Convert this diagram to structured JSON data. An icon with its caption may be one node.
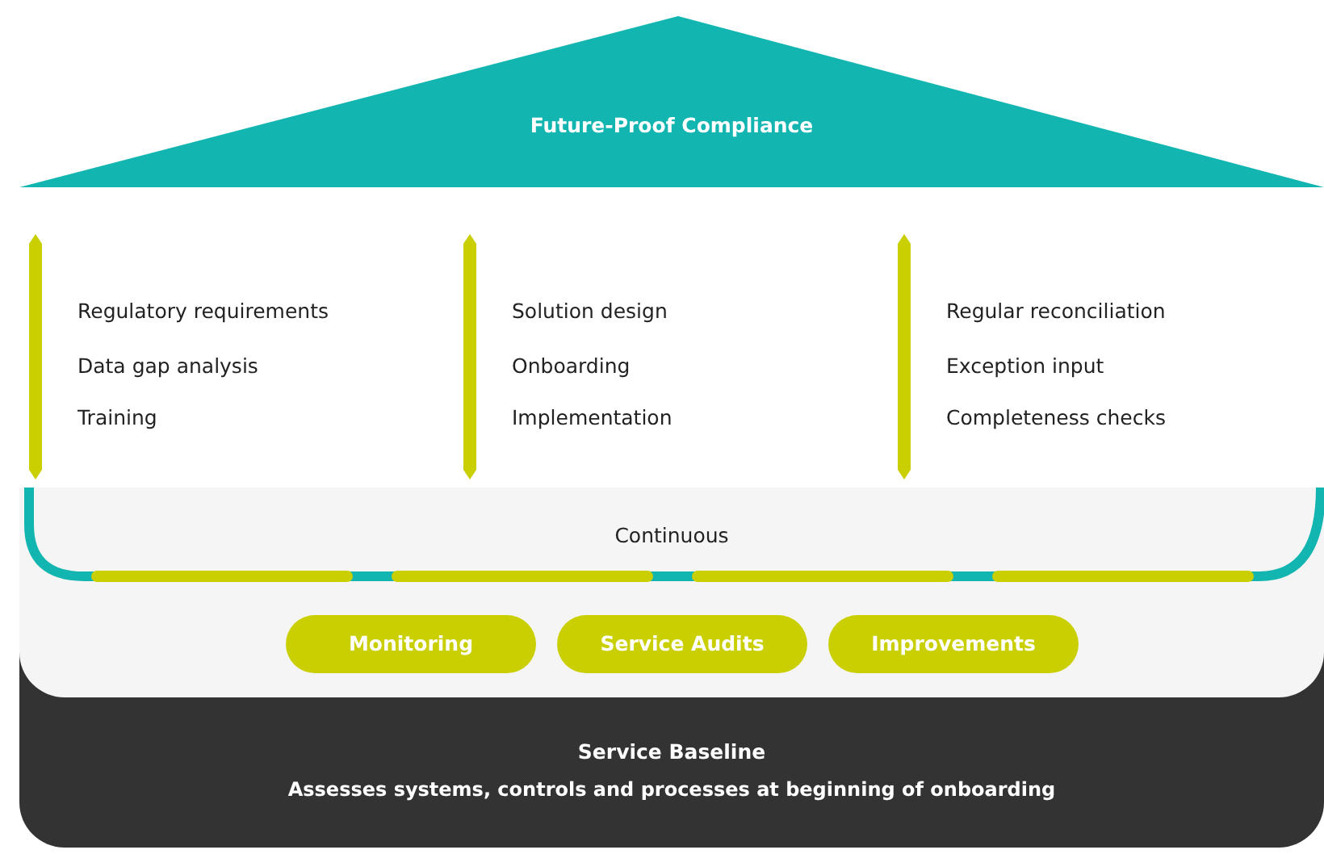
{
  "diagram": {
    "nodes": [
      {
        "text": [
          "Future-Proof Compliance"
        ]
      },
      {
        "text": [
          "Continuous"
        ]
      },
      {
        "text": [
          "Regulatory requirements",
          "Data gap analysis",
          "Training"
        ]
      },
      {
        "text": [
          "Solution design",
          "Onboarding",
          "Implementation"
        ]
      },
      {
        "text": [
          "Regular reconciliation",
          "Exception input",
          "Completeness checks"
        ]
      },
      {
        "text": [
          "Monitoring"
        ]
      },
      {
        "text": [
          "Service Audits"
        ]
      },
      {
        "text": [
          "Improvements"
        ]
      },
      {
        "text": [
          "Service Baseline",
          "Assesses systems, controls and processes at beginning of onboarding"
        ]
      }
    ]
  }
}
